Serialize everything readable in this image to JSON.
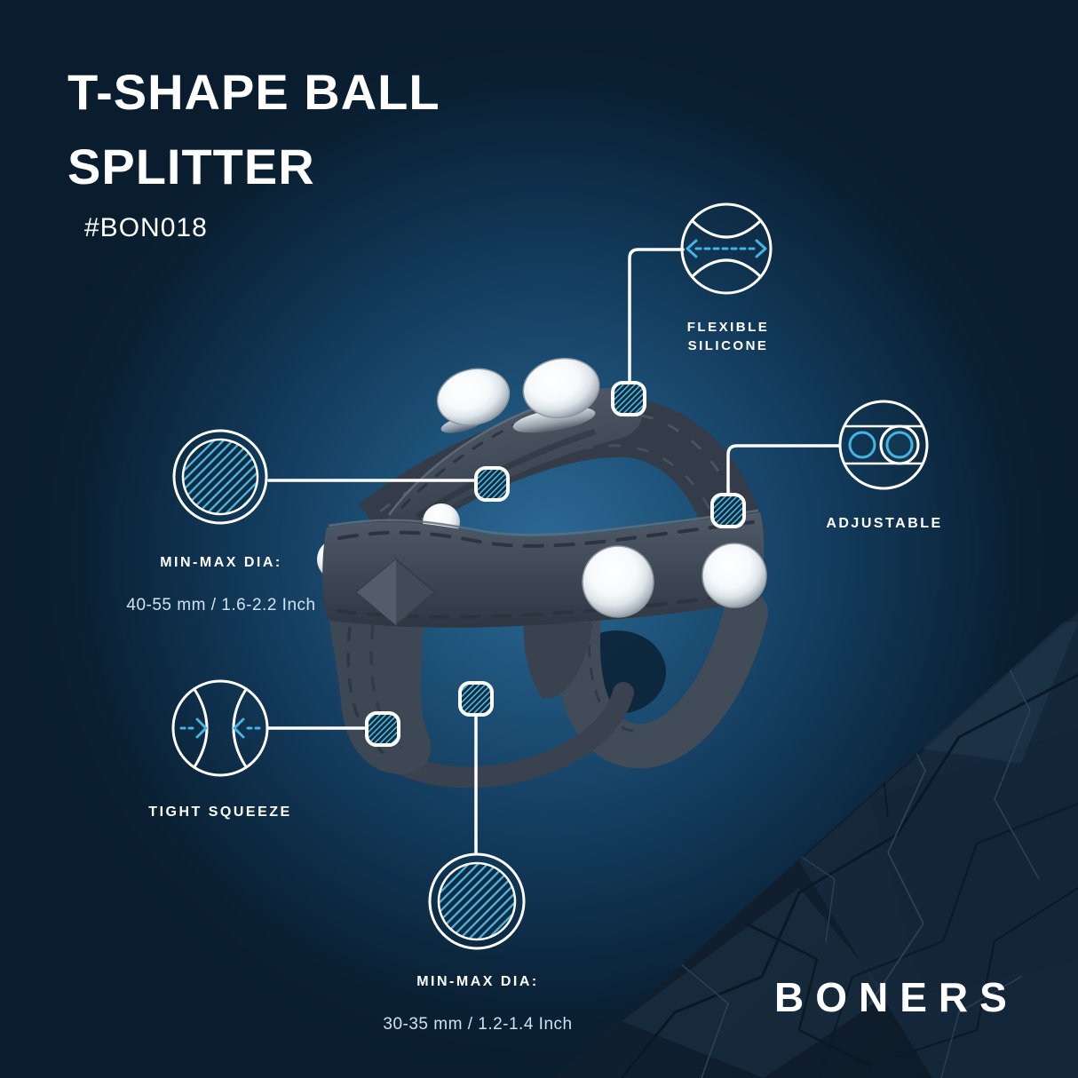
{
  "header": {
    "title": "T-SHAPE BALL\nSPLITTER",
    "sku": "#BON018"
  },
  "brand": {
    "name": "BONERS"
  },
  "callouts": [
    {
      "id": "flexible-silicone",
      "label": "FLEXIBLE\nSILICONE",
      "icon": "flexible-silicone-icon"
    },
    {
      "id": "adjustable",
      "label": "ADJUSTABLE",
      "icon": "adjustable-icon"
    },
    {
      "id": "min-max-dia-ring",
      "label": "MIN-MAX DIA:",
      "value": "40-55 mm / 1.6-2.2 Inch",
      "icon": "diameter-hatch-icon"
    },
    {
      "id": "tight-squeeze",
      "label": "TIGHT SQUEEZE",
      "icon": "tight-squeeze-icon"
    },
    {
      "id": "min-max-dia-ball",
      "label": "MIN-MAX DIA:",
      "value": "30-35 mm / 1.2-1.4 Inch",
      "icon": "diameter-hatch-icon"
    }
  ],
  "colors": {
    "background": "#0a2033",
    "glow": "#2c6a96",
    "accent_cyan": "#45b4e2",
    "text": "#ffffff",
    "subtext": "#cfe2f0",
    "strap": "#3e4754"
  }
}
